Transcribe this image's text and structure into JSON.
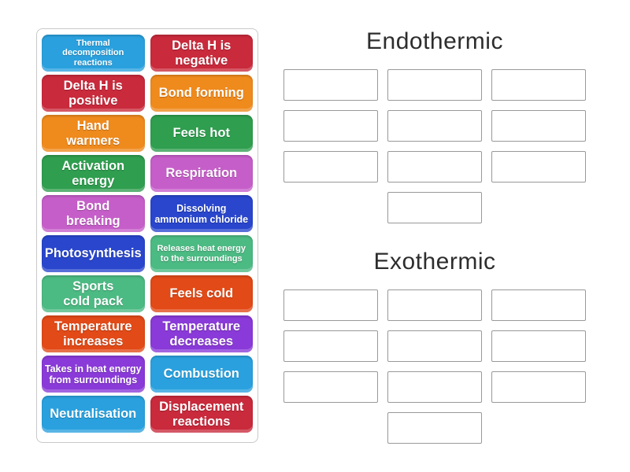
{
  "page": {
    "background": "#ffffff"
  },
  "tile_panel": {
    "background": "#ffffff",
    "border_color": "#c9c9c9"
  },
  "tiles": [
    {
      "label": "Thermal\ndecomposition\nreactions",
      "color": "#2aa1de",
      "size": "xs"
    },
    {
      "label": "Delta H is\nnegative",
      "color": "#c92a3c",
      "size": "lg"
    },
    {
      "label": "Delta H is\npositive",
      "color": "#c92a3c",
      "size": "lg"
    },
    {
      "label": "Bond forming",
      "color": "#ef8a1d",
      "size": "lg"
    },
    {
      "label": "Hand\nwarmers",
      "color": "#ef8a1d",
      "size": "lg"
    },
    {
      "label": "Feels hot",
      "color": "#2f9e4f",
      "size": "lg"
    },
    {
      "label": "Activation\nenergy",
      "color": "#2f9e4f",
      "size": "lg"
    },
    {
      "label": "Respiration",
      "color": "#c65ec9",
      "size": "lg"
    },
    {
      "label": "Bond\nbreaking",
      "color": "#c65ec9",
      "size": "lg"
    },
    {
      "label": "Dissolving\nammonium chloride",
      "color": "#2946cd",
      "size": "sm"
    },
    {
      "label": "Photosynthesis",
      "color": "#2946cd",
      "size": "lg"
    },
    {
      "label": "Releases heat energy\nto the surroundings",
      "color": "#4cba83",
      "size": "xs"
    },
    {
      "label": "Sports\ncold pack",
      "color": "#4cba83",
      "size": "lg"
    },
    {
      "label": "Feels cold",
      "color": "#e24a17",
      "size": "lg"
    },
    {
      "label": "Temperature\nincreases",
      "color": "#e24a17",
      "size": "lg"
    },
    {
      "label": "Temperature\ndecreases",
      "color": "#8a3ad8",
      "size": "lg"
    },
    {
      "label": "Takes in heat energy\nfrom surroundings",
      "color": "#8a3ad8",
      "size": "sm"
    },
    {
      "label": "Combustion",
      "color": "#2aa1de",
      "size": "lg"
    },
    {
      "label": "Neutralisation",
      "color": "#2aa1de",
      "size": "lg"
    },
    {
      "label": "Displacement\nreactions",
      "color": "#c92a3c",
      "size": "lg"
    }
  ],
  "groups": [
    {
      "title": "Endothermic",
      "slot_count": 10
    },
    {
      "title": "Exothermic",
      "slot_count": 10
    }
  ],
  "slot_style": {
    "background": "#ffffff",
    "border_color": "#999999"
  }
}
